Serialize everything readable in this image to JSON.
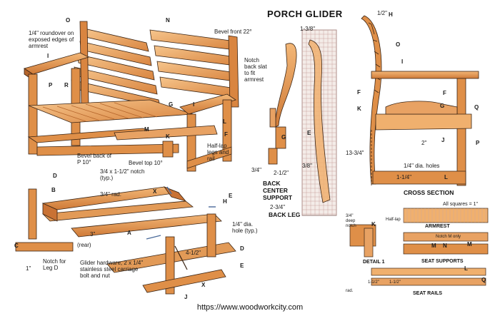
{
  "title": "PORCH GLIDER",
  "url": "https://www.woodworkcity.com",
  "captions": {
    "back_center_support": "BACK CENTER SUPPORT",
    "back_leg": "BACK LEG",
    "cross_section": "CROSS SECTION",
    "armrest": "ARMREST",
    "seat_supports": "SEAT SUPPORTS",
    "seat_rails": "SEAT RAILS",
    "detail_1": "DETAIL 1"
  },
  "callouts": {
    "roundover": "1/4\" roundover on exposed edges of armrest",
    "bevel_front": "Bevel front 22°",
    "notch_back_slat": "Notch back slat to fit armrest",
    "bevel_back_p": "Bevel back of P 10°",
    "bevel_top": "Bevel top 10°",
    "half_lap": "Half-lap legs and rail",
    "notch_typ": "3/4 x 1-1/2\" notch (typ.)",
    "rad_34": "3/4\" rad.",
    "hole_typ": "1/4\" dia. hole (typ.)",
    "notch_leg_d": "Notch for Leg D",
    "hardware": "Glider hardware, 2 x 1/4\" stainless steel carriage bolt and nut",
    "rear": "(rear)",
    "grid_scale": "All squares = 1\"",
    "notch_m_only": "Notch M only",
    "quarter_dia_holes": "1/4\" dia. holes",
    "deep_notch": "3/4\" deep notch",
    "half_lap_short": "Half-lap",
    "detail_rad": "rad."
  },
  "dimensions": {
    "d_1_2": "1/2\"",
    "d_1_3_8": "1-3/8\"",
    "d_3_8": "3/8\"",
    "d_3_4": "3/4\"",
    "d_2_1_2": "2-1/2\"",
    "d_13_3_4": "13-3/4\"",
    "d_2_3_4": "2-3/4\"",
    "d_1_1_4": "1-1/4\"",
    "d_2": "2\"",
    "d_3": "3\"",
    "d_4_1_2": "4-1/2\"",
    "d_1": "1\"",
    "d_1_1_2": "1-1/2\"",
    "d_1_1_2b": "1-1/2\""
  },
  "letters": [
    "O",
    "N",
    "I",
    "P",
    "R",
    "G",
    "I",
    "M",
    "K",
    "L",
    "F",
    "E",
    "H",
    "B",
    "D",
    "C",
    "A",
    "X",
    "D",
    "E",
    "X",
    "G",
    "E",
    "F",
    "O",
    "I",
    "K",
    "G",
    "F",
    "Q",
    "P",
    "J",
    "L",
    "H",
    "K",
    "N",
    "M",
    "L",
    "M",
    "Q",
    "J"
  ],
  "colors": {
    "wood_light": "#f0b06e",
    "wood_mid": "#df8f48",
    "wood_dark": "#b5652b",
    "grid_line": "#c9a4a0",
    "outline": "#3a2414"
  }
}
